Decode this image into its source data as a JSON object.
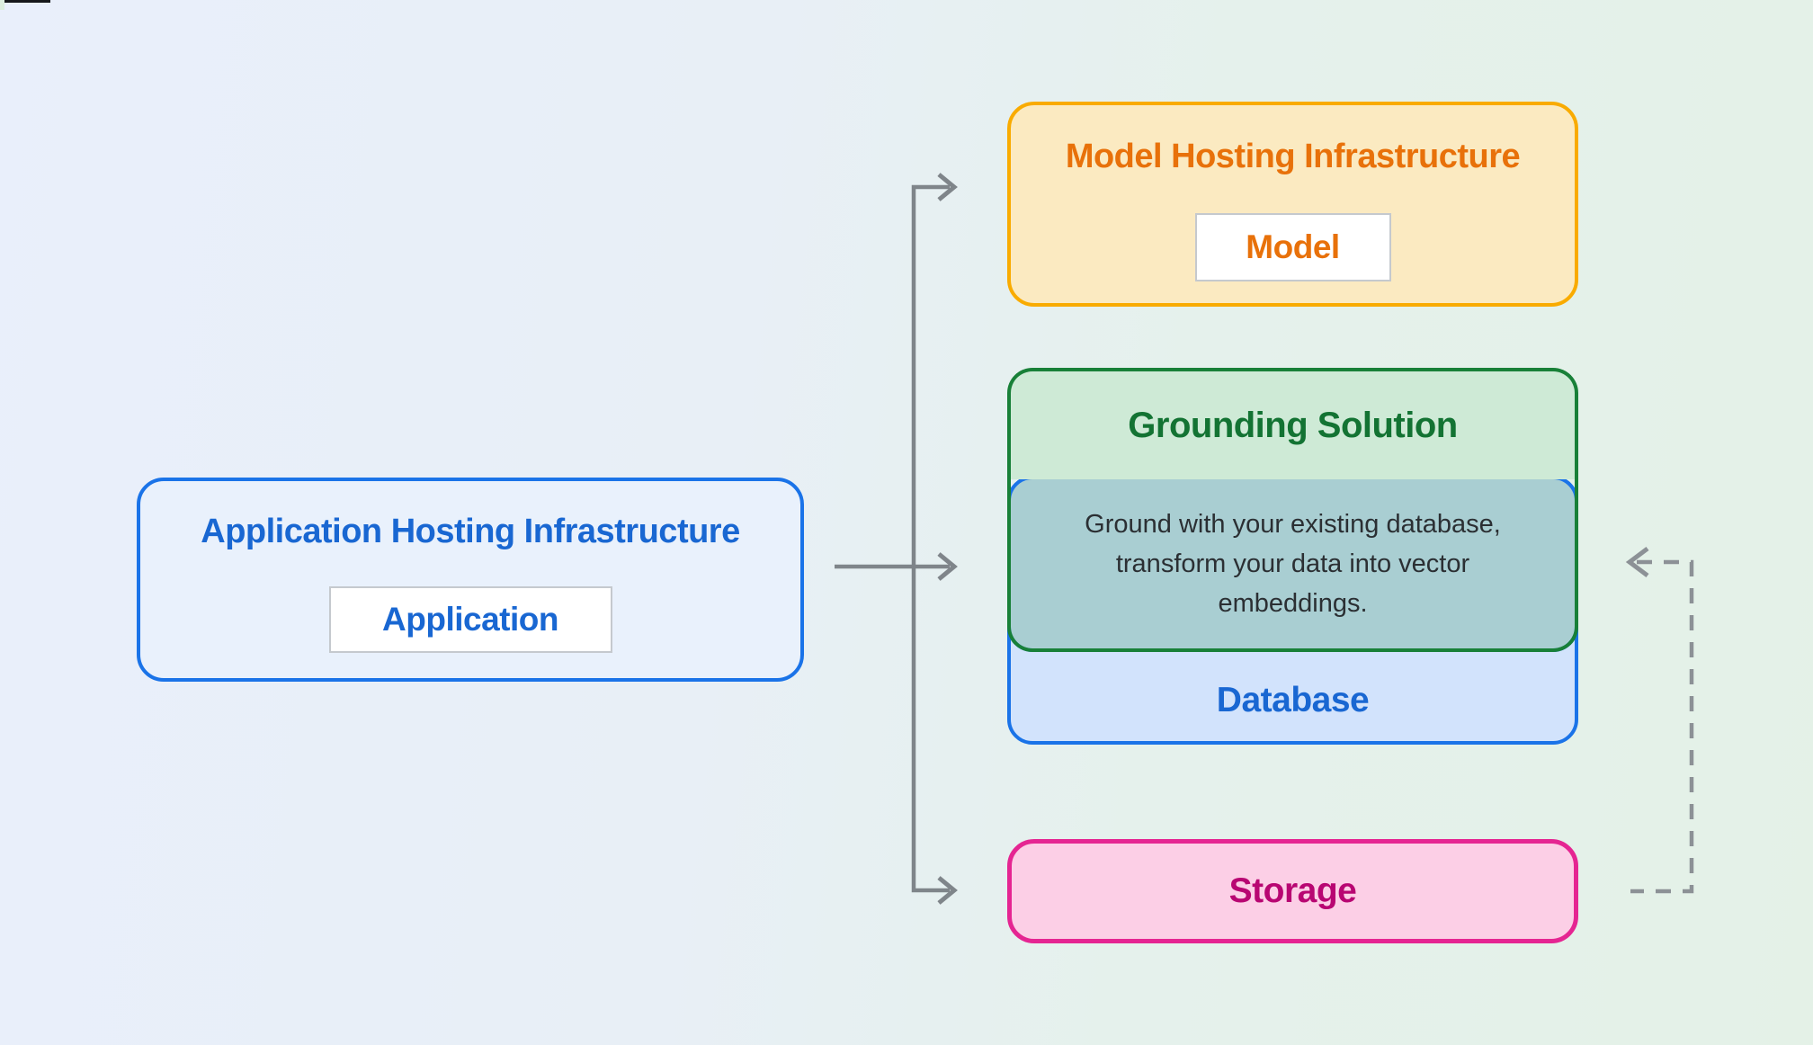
{
  "diagram": {
    "background": {
      "left_color": "#E9EFFB",
      "right_color": "#E4F1E7"
    },
    "application_hosting": {
      "title": "Application Hosting Infrastructure",
      "chip_label": "Application",
      "border_color": "#1A73E8",
      "fill_color": "#E9F1FC",
      "text_color": "#1967D2"
    },
    "model_hosting": {
      "title": "Model Hosting Infrastructure",
      "chip_label": "Model",
      "border_color": "#F9AB00",
      "fill_color": "#FBEAC1",
      "text_color": "#E8710A"
    },
    "grounding_solution": {
      "title": "Grounding Solution",
      "note": "Ground with your existing database, transform your data into vector embeddings.",
      "border_color": "#188038",
      "fill_color": "#CEEAD6",
      "overlap_fill_color": "#A9CED2",
      "text_color": "#137333",
      "note_text_color": "#2B2F33"
    },
    "database": {
      "title": "Database",
      "border_color": "#1A73E8",
      "fill_color": "#D2E3FC",
      "text_color": "#1967D2"
    },
    "storage": {
      "title": "Storage",
      "border_color": "#E52592",
      "fill_color": "#FCCFE6",
      "text_color": "#B80672"
    },
    "connectors": {
      "solid_color": "#7F858A",
      "dashed_color": "#8C9196",
      "solid_arrows_from": "application_hosting",
      "solid_arrow_targets": [
        "model_hosting",
        "grounding_solution",
        "storage"
      ],
      "dashed_arrow_from": "storage",
      "dashed_arrow_to": "grounding_solution"
    }
  }
}
